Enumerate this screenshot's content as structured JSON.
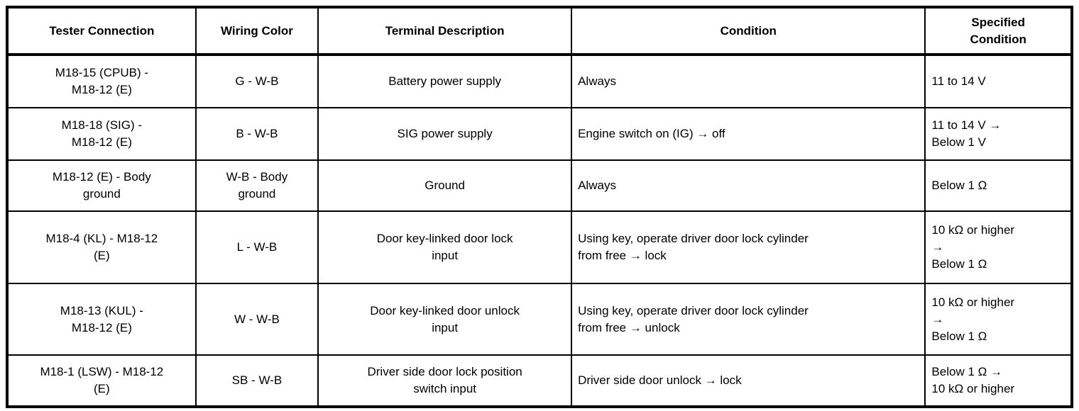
{
  "page": {
    "background_color": "#ffffff",
    "border_color": "#000000",
    "text_color": "#000000"
  },
  "table": {
    "headers": [
      "Tester Connection",
      "Wiring Color",
      "Terminal Description",
      "Condition",
      "Specified\nCondition"
    ],
    "rows": [
      [
        "M18-15 (CPUB) -\nM18-12 (E)",
        "G - W-B",
        "Battery power supply",
        "Always",
        "11 to 14 V"
      ],
      [
        "M18-18 (SIG) -\nM18-12 (E)",
        "B - W-B",
        "SIG power supply",
        "Engine switch on (IG) → off",
        "11 to 14 V →\nBelow 1 V"
      ],
      [
        "M18-12 (E) - Body\nground",
        "W-B - Body\nground",
        "Ground",
        "Always",
        "Below 1 Ω"
      ],
      [
        "M18-4 (KL) - M18-12\n(E)",
        "L - W-B",
        "Door key-linked door lock\ninput",
        "Using key, operate driver door lock cylinder\nfrom free → lock",
        "10 kΩ or higher\n→\nBelow 1 Ω"
      ],
      [
        "M18-13 (KUL) -\nM18-12 (E)",
        "W - W-B",
        "Door key-linked door unlock\ninput",
        "Using key, operate driver door lock cylinder\nfrom free → unlock",
        "10 kΩ or higher\n→\nBelow 1 Ω"
      ],
      [
        "M18-1 (LSW) - M18-12\n(E)",
        "SB - W-B",
        "Driver side door lock position\nswitch input",
        "Driver side door unlock → lock",
        "Below 1 Ω →\n10 kΩ or higher"
      ]
    ]
  }
}
